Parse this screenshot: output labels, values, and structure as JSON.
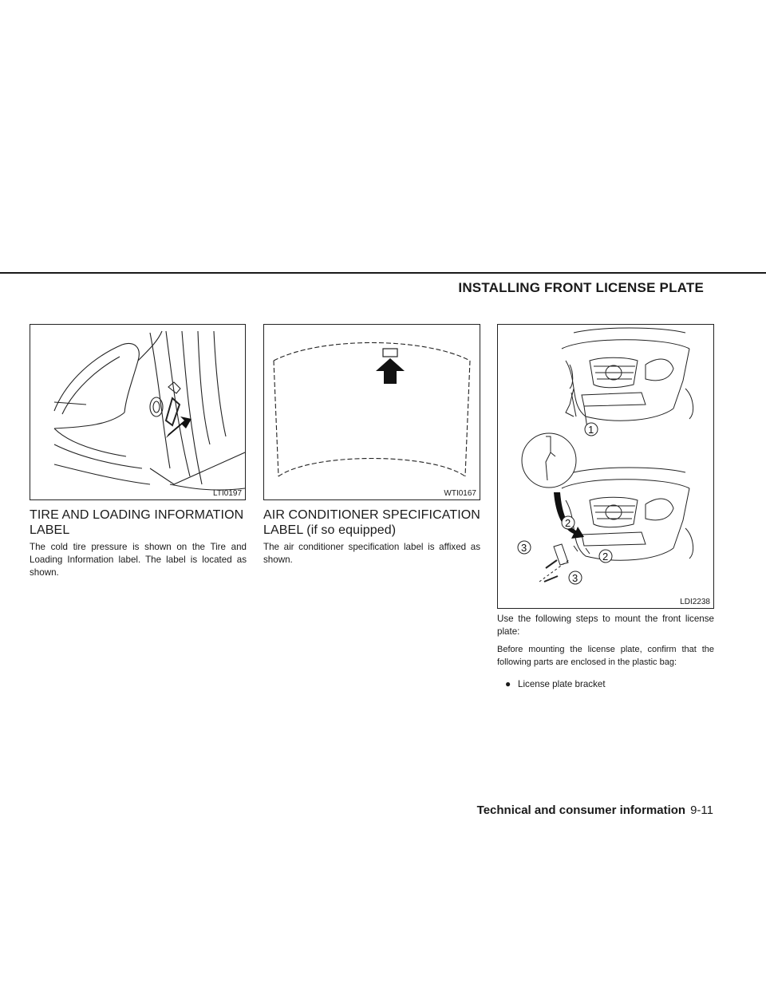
{
  "section": {
    "title": "INSTALLING FRONT LICENSE PLATE"
  },
  "figures": [
    {
      "code": "LTI0197"
    },
    {
      "code": "WTI0167"
    },
    {
      "code": "LDI2238",
      "callouts": [
        "1",
        "2",
        "2",
        "3",
        "3"
      ]
    }
  ],
  "col1": {
    "heading": "TIRE AND LOADING INFORMATION LABEL",
    "body": "The cold tire pressure is shown on the Tire and Loading Information label. The label is located as shown."
  },
  "col2": {
    "heading": "AIR CONDITIONER SPECIFICATION LABEL (if so equipped)",
    "body": "The air conditioner specification label is affixed as shown."
  },
  "col3": {
    "intro": "Use the following steps to mount the front license plate:",
    "note": "Before mounting the license plate, confirm that the following parts are enclosed in the plastic bag:",
    "bullet_symbol": "●",
    "bullet": "License plate bracket"
  },
  "footer": {
    "chapter": "Technical and consumer information",
    "page": "9-11"
  }
}
